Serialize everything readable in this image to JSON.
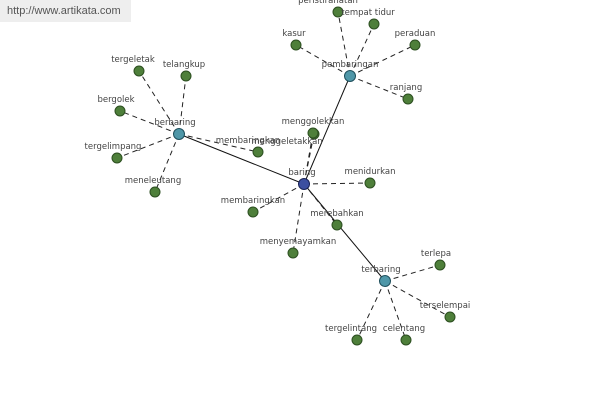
{
  "watermark": "http://www.artikata.com",
  "colors": {
    "root": "#3c4fa0",
    "hub": "#4f97a8",
    "leaf": "#4e7f3a",
    "edge": "#111111"
  },
  "nodes": [
    {
      "id": "baring",
      "label": "baring",
      "kind": "root"
    },
    {
      "id": "berbaring",
      "label": "berbaring",
      "kind": "hub"
    },
    {
      "id": "pembaringan",
      "label": "pembaringan",
      "kind": "hub"
    },
    {
      "id": "terbaring",
      "label": "terbaring",
      "kind": "hub"
    },
    {
      "id": "membaringkan_1",
      "label": "membaringkan",
      "kind": "leaf"
    },
    {
      "id": "membaringkan_2",
      "label": "membaringkan",
      "kind": "leaf"
    },
    {
      "id": "menggeletakkan",
      "label": "menggeletakkan",
      "kind": "leaf"
    },
    {
      "id": "menggolekkan",
      "label": "menggolekkan",
      "kind": "leaf"
    },
    {
      "id": "menidurkan",
      "label": "menidurkan",
      "kind": "leaf"
    },
    {
      "id": "merebahkan",
      "label": "merebahkan",
      "kind": "leaf"
    },
    {
      "id": "menyemayamkan",
      "label": "menyemayamkan",
      "kind": "leaf"
    },
    {
      "id": "tergeletak",
      "label": "tergeletak",
      "kind": "leaf"
    },
    {
      "id": "telangkup",
      "label": "telangkup",
      "kind": "leaf"
    },
    {
      "id": "bergolek",
      "label": "bergolek",
      "kind": "leaf"
    },
    {
      "id": "tergelimpang",
      "label": "tergelimpang",
      "kind": "leaf"
    },
    {
      "id": "meneleutang",
      "label": "meneleutang",
      "kind": "leaf"
    },
    {
      "id": "peristirahatan",
      "label": "peristirahatan",
      "kind": "leaf"
    },
    {
      "id": "tempat_tidur",
      "label": "tempat tidur",
      "kind": "leaf"
    },
    {
      "id": "kasur",
      "label": "kasur",
      "kind": "leaf"
    },
    {
      "id": "peraduan",
      "label": "peraduan",
      "kind": "leaf"
    },
    {
      "id": "ranjang",
      "label": "ranjang",
      "kind": "leaf"
    },
    {
      "id": "terlepa",
      "label": "terlepa",
      "kind": "leaf"
    },
    {
      "id": "terselempai",
      "label": "terselempai",
      "kind": "leaf"
    },
    {
      "id": "tergelintang",
      "label": "tergelintang",
      "kind": "leaf"
    },
    {
      "id": "celentang",
      "label": "celentang",
      "kind": "leaf"
    }
  ],
  "edges": [
    {
      "from": "baring",
      "to": "berbaring",
      "style": "solid"
    },
    {
      "from": "baring",
      "to": "pembaringan",
      "style": "solid"
    },
    {
      "from": "baring",
      "to": "terbaring",
      "style": "solid"
    },
    {
      "from": "baring",
      "to": "membaringkan_2",
      "style": "dashed"
    },
    {
      "from": "baring",
      "to": "menggeletakkan",
      "style": "dashed"
    },
    {
      "from": "baring",
      "to": "menggolekkan",
      "style": "dashed"
    },
    {
      "from": "baring",
      "to": "menidurkan",
      "style": "dashed"
    },
    {
      "from": "baring",
      "to": "merebahkan",
      "style": "dashed"
    },
    {
      "from": "baring",
      "to": "menyemayamkan",
      "style": "dashed"
    },
    {
      "from": "berbaring",
      "to": "tergeletak",
      "style": "dashed"
    },
    {
      "from": "berbaring",
      "to": "telangkup",
      "style": "dashed"
    },
    {
      "from": "berbaring",
      "to": "bergolek",
      "style": "dashed"
    },
    {
      "from": "berbaring",
      "to": "tergelimpang",
      "style": "dashed"
    },
    {
      "from": "berbaring",
      "to": "meneleutang",
      "style": "dashed"
    },
    {
      "from": "berbaring",
      "to": "membaringkan_1",
      "style": "dashed"
    },
    {
      "from": "pembaringan",
      "to": "peristirahatan",
      "style": "dashed"
    },
    {
      "from": "pembaringan",
      "to": "tempat_tidur",
      "style": "dashed"
    },
    {
      "from": "pembaringan",
      "to": "kasur",
      "style": "dashed"
    },
    {
      "from": "pembaringan",
      "to": "peraduan",
      "style": "dashed"
    },
    {
      "from": "pembaringan",
      "to": "ranjang",
      "style": "dashed"
    },
    {
      "from": "terbaring",
      "to": "terlepa",
      "style": "dashed"
    },
    {
      "from": "terbaring",
      "to": "terselempai",
      "style": "dashed"
    },
    {
      "from": "terbaring",
      "to": "tergelintang",
      "style": "dashed"
    },
    {
      "from": "terbaring",
      "to": "celentang",
      "style": "dashed"
    }
  ]
}
